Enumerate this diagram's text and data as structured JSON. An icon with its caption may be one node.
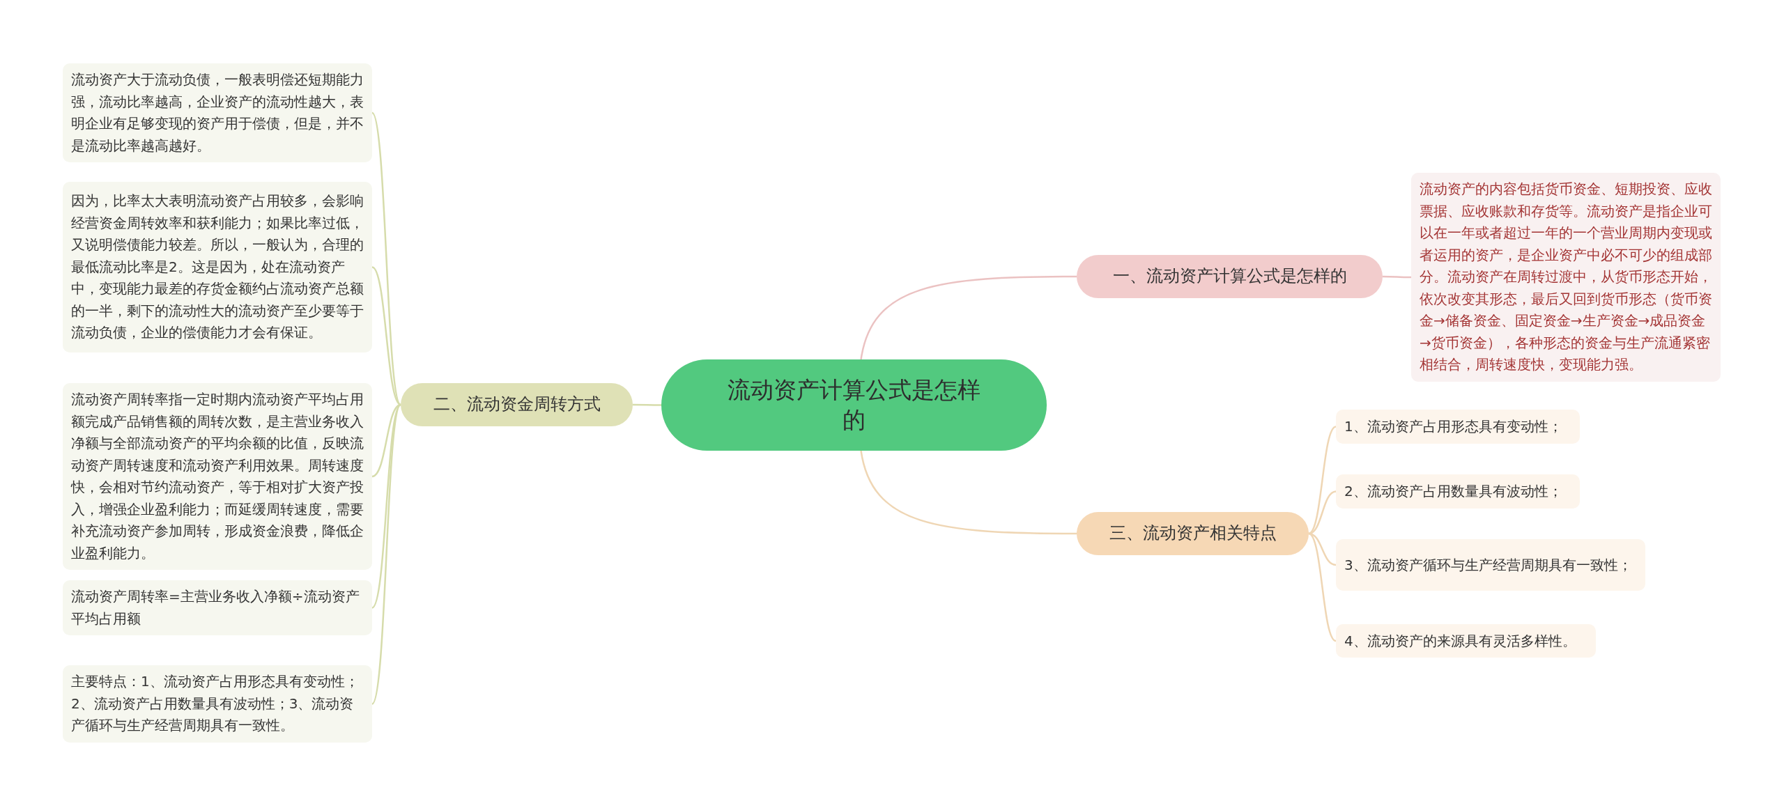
{
  "diagram": {
    "nodes": [
      {
        "text": [
          "流动资产计算公式是怎样的"
        ]
      },
      {
        "text": [
          "一、流动资产计算公式是怎样的"
        ]
      },
      {
        "text": [
          "流动资产的内容包括货币资金、短期投资、应收票据、应收账款和存货等。流动资产是指企业可以在一年或者超过一年的一个营业周期内变现或者运用的资产，是企业资产中必不可少的组成部分。流动资产在周转过渡中，从货币形态开始，依次改变其形态，最后又回到货币形态（货币资金→储备资金、固定资金→生产资金→成品资金→货币资金），各种形态的资金与生产流通紧密相结合，周转速度快，变现能力强。"
        ]
      },
      {
        "text": [
          "二、流动资金周转方式"
        ]
      },
      {
        "text": [
          "流动资产大于流动负债，一般表明偿还短期能力强，流动比率越高，企业资产的流动性越大，表明企业有足够变现的资产用于偿债，但是，并不是流动比率越高越好。"
        ]
      },
      {
        "text": [
          "因为，比率太大表明流动资产占用较多，会影响经营资金周转效率和获利能力；如果比率过低，又说明偿债能力较差。所以，一般认为，合理的最低流动比率是2。这是因为，处在流动资产中，变现能力最差的存货金额约占流动资产总额的一半，剩下的流动性大的流动资产至少要等于流动负债，企业的偿债能力才会有保证。"
        ]
      },
      {
        "text": [
          "流动资产周转率指一定时期内流动资产平均占用额完成产品销售额的周转次数，是主营业务收入净额与全部流动资产的平均余额的比值，反映流动资产周转速度和流动资产利用效果。周转速度快，会相对节约流动资产，等于相对扩大资产投入，增强企业盈利能力；而延缓周转速度，需要补充流动资产参加周转，形成资金浪费，降低企业盈利能力。"
        ]
      },
      {
        "text": [
          "流动资产周转率=主营业务收入净额÷流动资产平均占用额"
        ]
      },
      {
        "text": [
          "主要特点：1、流动资产占用形态具有变动性；2、流动资产占用数量具有波动性；3、流动资产循环与生产经营周期具有一致性。"
        ]
      },
      {
        "text": [
          "三、流动资产相关特点"
        ]
      },
      {
        "text": [
          "1、流动资产占用形态具有变动性；"
        ]
      },
      {
        "text": [
          "2、流动资产占用数量具有波动性；"
        ]
      },
      {
        "text": [
          "3、流动资产循环与生产经营周期具有一致性；"
        ]
      },
      {
        "text": [
          "4、流动资产的来源具有灵活多样性。"
        ]
      }
    ],
    "edges": [
      {
        "from": 0,
        "to": 1,
        "arrow": "none",
        "color": "#ebc2c2"
      },
      {
        "from": 1,
        "to": 2,
        "arrow": "none",
        "color": "#ebc2c2"
      },
      {
        "from": 0,
        "to": 3,
        "arrow": "none"
      },
      {
        "from": 3,
        "to": 4,
        "arrow": "none"
      },
      {
        "from": 3,
        "to": 5,
        "arrow": "none"
      },
      {
        "from": 3,
        "to": 6,
        "arrow": "none"
      },
      {
        "from": 3,
        "to": 7,
        "arrow": "none"
      },
      {
        "from": 3,
        "to": 8,
        "arrow": "none"
      },
      {
        "from": 0,
        "to": 9,
        "arrow": "none",
        "color": "#efd6b4"
      },
      {
        "from": 9,
        "to": 10,
        "arrow": "none",
        "color": "#efd6b4"
      },
      {
        "from": 9,
        "to": 11,
        "arrow": "none",
        "color": "#efd6b4"
      },
      {
        "from": 9,
        "to": 12,
        "arrow": "none",
        "color": "#efd6b4"
      },
      {
        "from": 9,
        "to": 13,
        "arrow": "none",
        "color": "#efd6b4"
      }
    ]
  }
}
